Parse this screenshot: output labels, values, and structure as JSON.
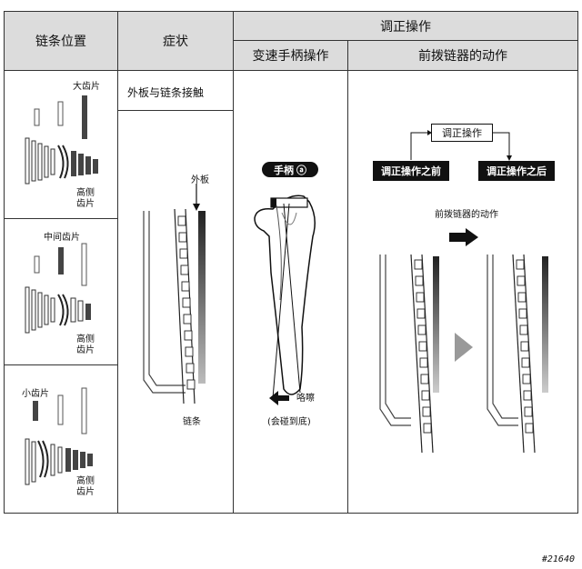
{
  "table": {
    "header": {
      "col_position": "链条位置",
      "col_symptom": "症状",
      "col_adjust": "调正操作",
      "col_lever": "变速手柄操作",
      "col_derailleur": "前拨链器的动作"
    },
    "rows": [
      {
        "position_label": "大齿片",
        "high_label_1": "高侧",
        "high_label_2": "齿片"
      },
      {
        "position_label": "中间齿片",
        "high_label_1": "高侧",
        "high_label_2": "齿片"
      },
      {
        "position_label": "小齿片",
        "high_label_1": "高侧",
        "high_label_2": "齿片"
      }
    ],
    "symptom": {
      "title": "外板与链条接触",
      "outer_plate_label": "外板",
      "chain_label": "链条"
    },
    "lever": {
      "badge": "手柄",
      "badge_circle": "ⓐ",
      "click_label": "咯嚓",
      "note": "(会碰到底)"
    },
    "derailleur": {
      "adjust_box": "调正操作",
      "before": "调正操作之前",
      "after": "调正操作之后",
      "motion_label": "前拨链器的动作"
    }
  },
  "doc_id": "#21640"
}
